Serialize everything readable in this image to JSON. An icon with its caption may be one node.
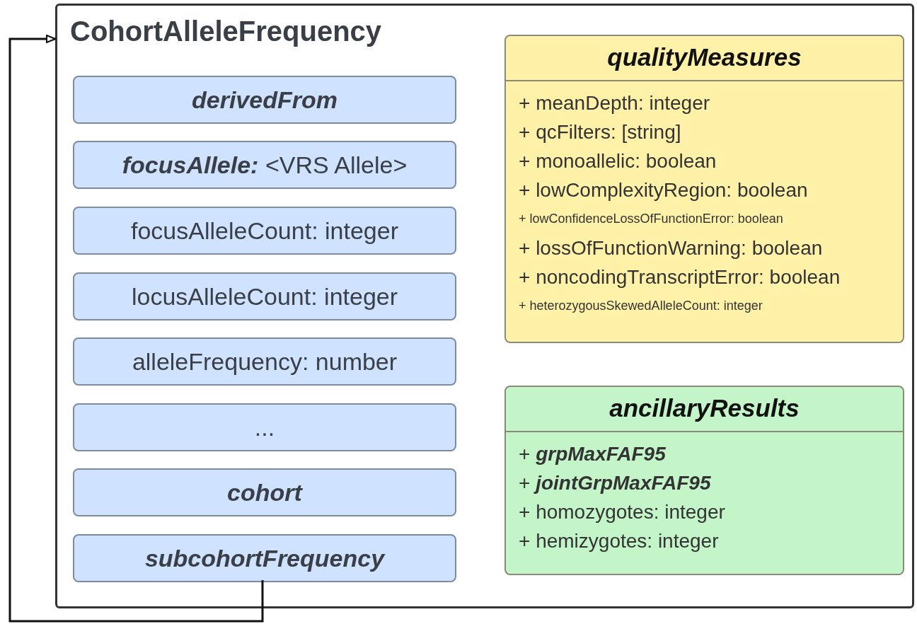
{
  "diagram": {
    "nodes": [
      {
        "text": [
          "CohortAlleleFrequency"
        ]
      },
      {
        "text": [
          "derivedFrom"
        ],
        "in": 0
      },
      {
        "text": [
          "**focusAllele:** <VRS Allele>"
        ],
        "in": 0
      },
      {
        "text": [
          "focusAlleleCount: integer"
        ],
        "in": 0
      },
      {
        "text": [
          "locusAlleleCount: integer"
        ],
        "in": 0
      },
      {
        "text": [
          "alleleFrequency: number"
        ],
        "in": 0
      },
      {
        "text": [
          "..."
        ],
        "in": 0
      },
      {
        "text": [
          "cohort"
        ],
        "in": 0
      },
      {
        "text": [
          "subcohortFrequency"
        ],
        "in": 0
      },
      {
        "text": [
          "qualityMeasures",
          "+ meanDepth: integer",
          "+ qcFilters: [string]",
          "+ monoallelic: boolean",
          "+ lowComplexityRegion: boolean",
          "+ lowConfidenceLossOfFunctionError: boolean",
          "+ lossOfFunctionWarning: boolean",
          "+ noncodingTranscriptError: boolean",
          "+ heterozygousSkewedAlleleCount: integer"
        ],
        "in": 0
      },
      {
        "text": [
          "ancillaryResults",
          "+ **grpMaxFAF95**",
          "+ **jointGrpMaxFAF95**",
          "+ homozygotes: integer",
          "+ hemizygotes: integer"
        ],
        "in": 0
      }
    ],
    "edges": [
      {
        "from": 8,
        "to": 0,
        "arrow": "to"
      }
    ]
  }
}
